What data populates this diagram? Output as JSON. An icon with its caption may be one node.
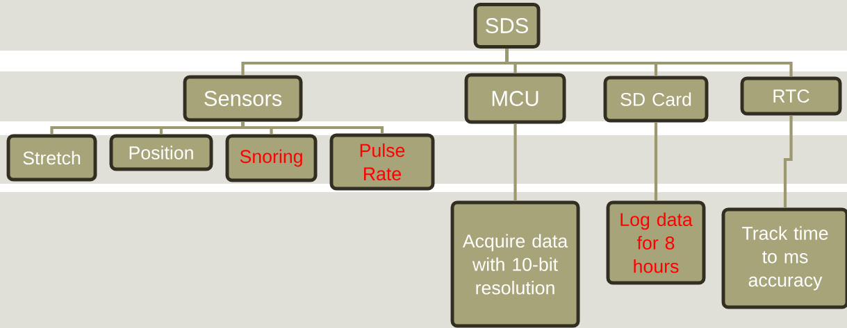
{
  "diagram": {
    "nodes": [
      {
        "text": [
          "SDS"
        ]
      },
      {
        "text": [
          "Sensors"
        ]
      },
      {
        "text": [
          "MCU"
        ]
      },
      {
        "text": [
          "SD Card"
        ]
      },
      {
        "text": [
          "RTC"
        ]
      },
      {
        "text": [
          "Stretch"
        ]
      },
      {
        "text": [
          "Position"
        ]
      },
      {
        "text": [
          "Snoring"
        ]
      },
      {
        "text": [
          "Pulse Rate"
        ]
      },
      {
        "text": [
          "Acquire data with 10-bit resolution"
        ]
      },
      {
        "text": [
          "Log data for 8 hours"
        ]
      },
      {
        "text": [
          "Track time to ms accuracy"
        ]
      }
    ],
    "edges": [
      {
        "from": 0,
        "to": 1,
        "arrow": "none"
      },
      {
        "from": 0,
        "to": 2,
        "arrow": "none"
      },
      {
        "from": 0,
        "to": 3,
        "arrow": "none"
      },
      {
        "from": 0,
        "to": 4,
        "arrow": "none"
      },
      {
        "from": 1,
        "to": 5,
        "arrow": "none"
      },
      {
        "from": 1,
        "to": 6,
        "arrow": "none"
      },
      {
        "from": 1,
        "to": 7,
        "arrow": "none"
      },
      {
        "from": 1,
        "to": 8,
        "arrow": "none"
      },
      {
        "from": 2,
        "to": 9,
        "arrow": "none"
      },
      {
        "from": 3,
        "to": 10,
        "arrow": "none"
      },
      {
        "from": 4,
        "to": 11,
        "arrow": "none"
      }
    ]
  }
}
